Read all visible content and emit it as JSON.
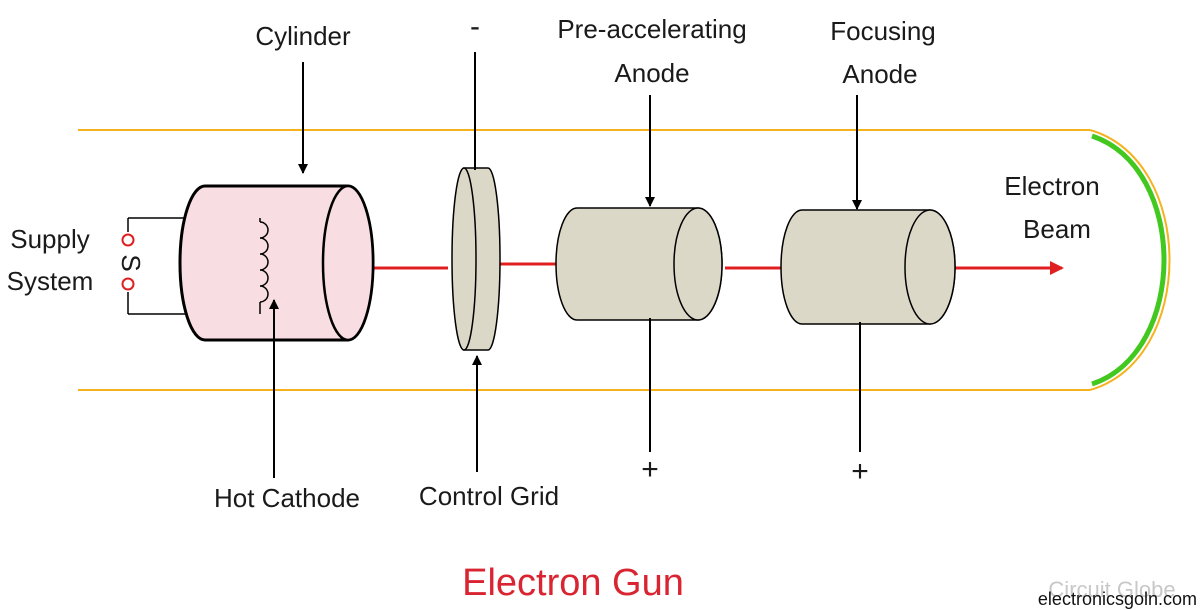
{
  "colors": {
    "tube": "#f5b21e",
    "beam": "#e02020",
    "screen": "#42c81e",
    "cylinder_fill": "#f8dde2",
    "electrode_fill": "#dcd8c8",
    "title": "#d92531",
    "watermark": "#c8c8c8"
  },
  "labels": {
    "cylinder": "Cylinder",
    "grid_sign": "-",
    "pre_accel_line1": "Pre-accelerating",
    "pre_accel_line2": "Anode",
    "focusing_line1": "Focusing",
    "focusing_line2": "Anode",
    "beam_line1": "Electron",
    "beam_line2": "Beam",
    "supply_line1": "Supply",
    "supply_line2": "System",
    "supply_symbol": "S",
    "hot_cathode": "Hot Cathode",
    "control_grid": "Control Grid",
    "pre_accel_sign": "+",
    "focusing_sign": "+"
  },
  "title": "Electron Gun",
  "watermark": "Circuit Globe",
  "site": "electronicsgoln.com"
}
